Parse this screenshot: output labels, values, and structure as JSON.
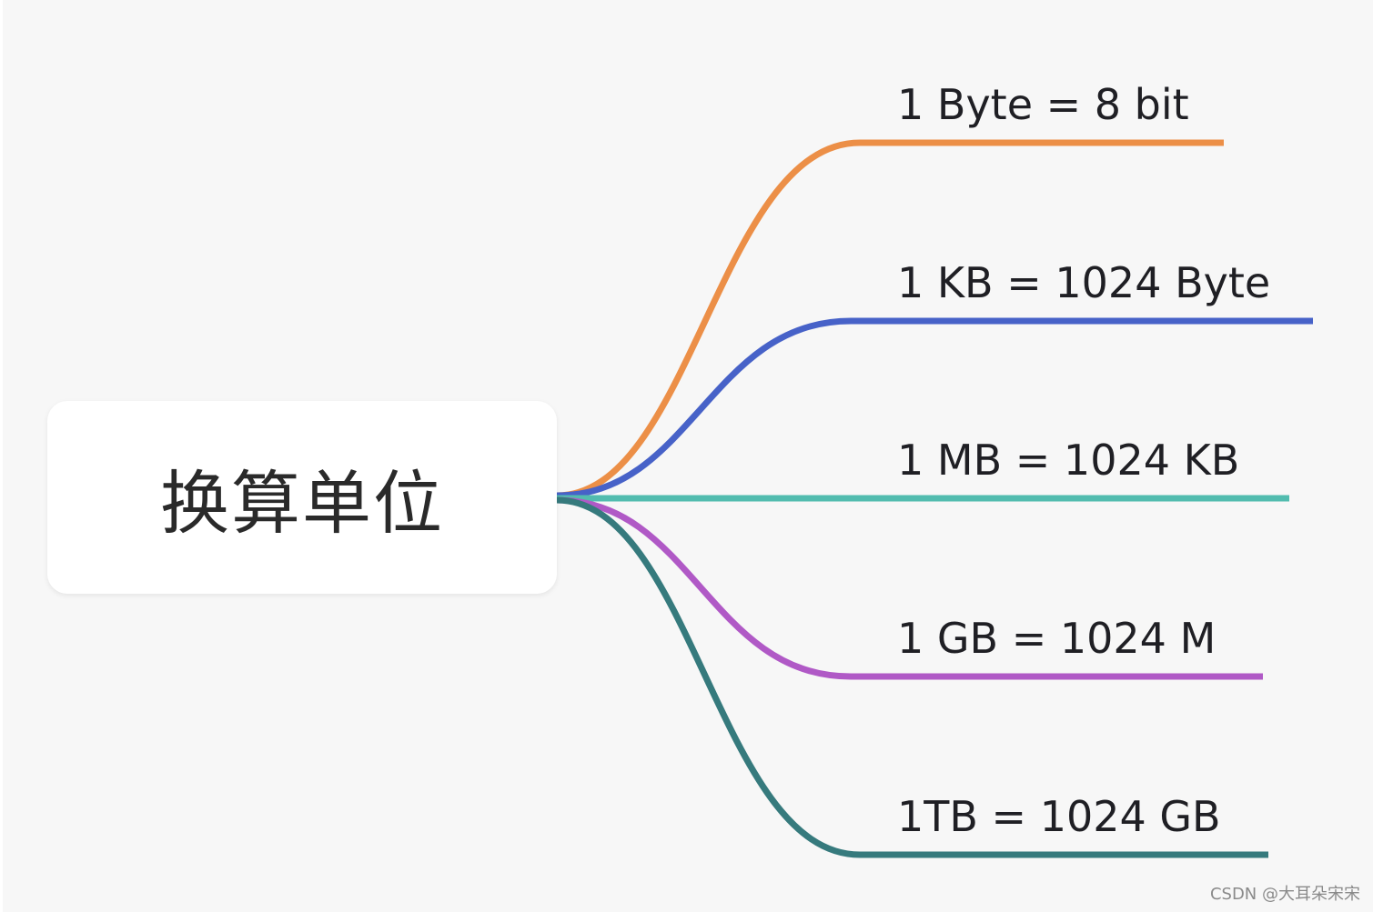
{
  "root": {
    "label": "换算单位"
  },
  "branches": [
    {
      "label": "1 Byte = 8 bit",
      "color": "#ec8f47"
    },
    {
      "label": "1 KB = 1024 Byte",
      "color": "#4762c8"
    },
    {
      "label": "1 MB = 1024 KB",
      "color": "#52bcaf"
    },
    {
      "label": "1 GB = 1024 M",
      "color": "#b059c6"
    },
    {
      "label": "1TB = 1024 GB",
      "color": "#367a7d"
    }
  ],
  "watermark": "CSDN @大耳朵宋宋"
}
